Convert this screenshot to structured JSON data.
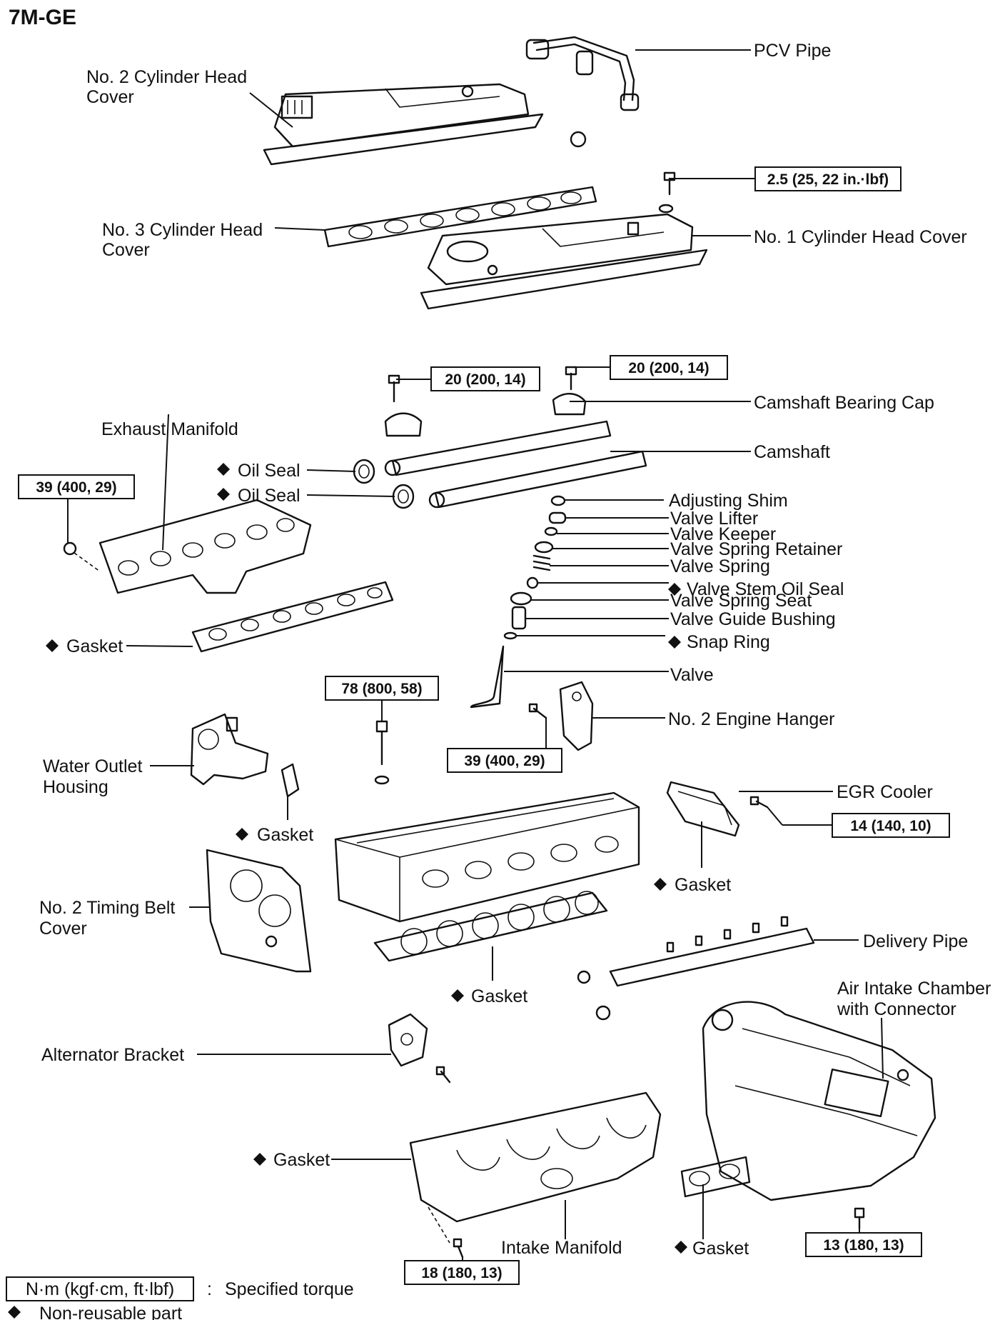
{
  "title": "7M-GE",
  "labels": {
    "pcv_pipe": "PCV Pipe",
    "no2_head_cover_l1": "No. 2 Cylinder Head",
    "no2_head_cover_l2": "Cover",
    "no3_head_cover_l1": "No. 3 Cylinder Head",
    "no3_head_cover_l2": "Cover",
    "no1_head_cover": "No. 1 Cylinder Head Cover",
    "camshaft_bearing_cap": "Camshaft Bearing Cap",
    "camshaft": "Camshaft",
    "exhaust_manifold": "Exhaust Manifold",
    "oil_seal_1": "Oil Seal",
    "oil_seal_2": "Oil Seal",
    "adjusting_shim": "Adjusting Shim",
    "valve_lifter": "Valve Lifter",
    "valve_keeper": "Valve Keeper",
    "valve_spring_retainer": "Valve Spring Retainer",
    "valve_spring": "Valve Spring",
    "valve_stem_oil_seal": "Valve Stem Oil Seal",
    "valve_spring_seat": "Valve Spring Seat",
    "valve_guide_bushing": "Valve Guide Bushing",
    "snap_ring": "Snap Ring",
    "valve": "Valve",
    "gasket_exhaust": "Gasket",
    "no2_engine_hanger": "No. 2 Engine Hanger",
    "water_outlet_l1": "Water Outlet",
    "water_outlet_l2": "Housing",
    "gasket_water_outlet": "Gasket",
    "egr_cooler": "EGR Cooler",
    "gasket_egr": "Gasket",
    "no2_timing_belt_l1": "No. 2 Timing Belt",
    "no2_timing_belt_l2": "Cover",
    "delivery_pipe": "Delivery Pipe",
    "gasket_head": "Gasket",
    "air_intake_l1": "Air Intake Chamber",
    "air_intake_l2": "with Connector",
    "alternator_bracket": "Alternator Bracket",
    "gasket_intake": "Gasket",
    "intake_manifold": "Intake Manifold",
    "gasket_air_intake": "Gasket"
  },
  "torque": {
    "head_cover": "2.5 (25, 22 in.·lbf)",
    "bearing_cap_left": "20 (200, 14)",
    "bearing_cap_right": "20 (200, 14)",
    "exhaust_manifold": "39 (400, 29)",
    "head_bolt": "78 (800, 58)",
    "engine_hanger": "39 (400, 29)",
    "egr_cooler": "14 (140, 10)",
    "intake_manifold": "18 (180, 13)",
    "air_intake": "13 (180, 13)"
  },
  "legend": {
    "torque_units": "N·m (kgf·cm, ft·lbf)",
    "separator": ":",
    "torque_desc": "Specified torque",
    "nonreusable_desc": "Non-reusable part"
  }
}
